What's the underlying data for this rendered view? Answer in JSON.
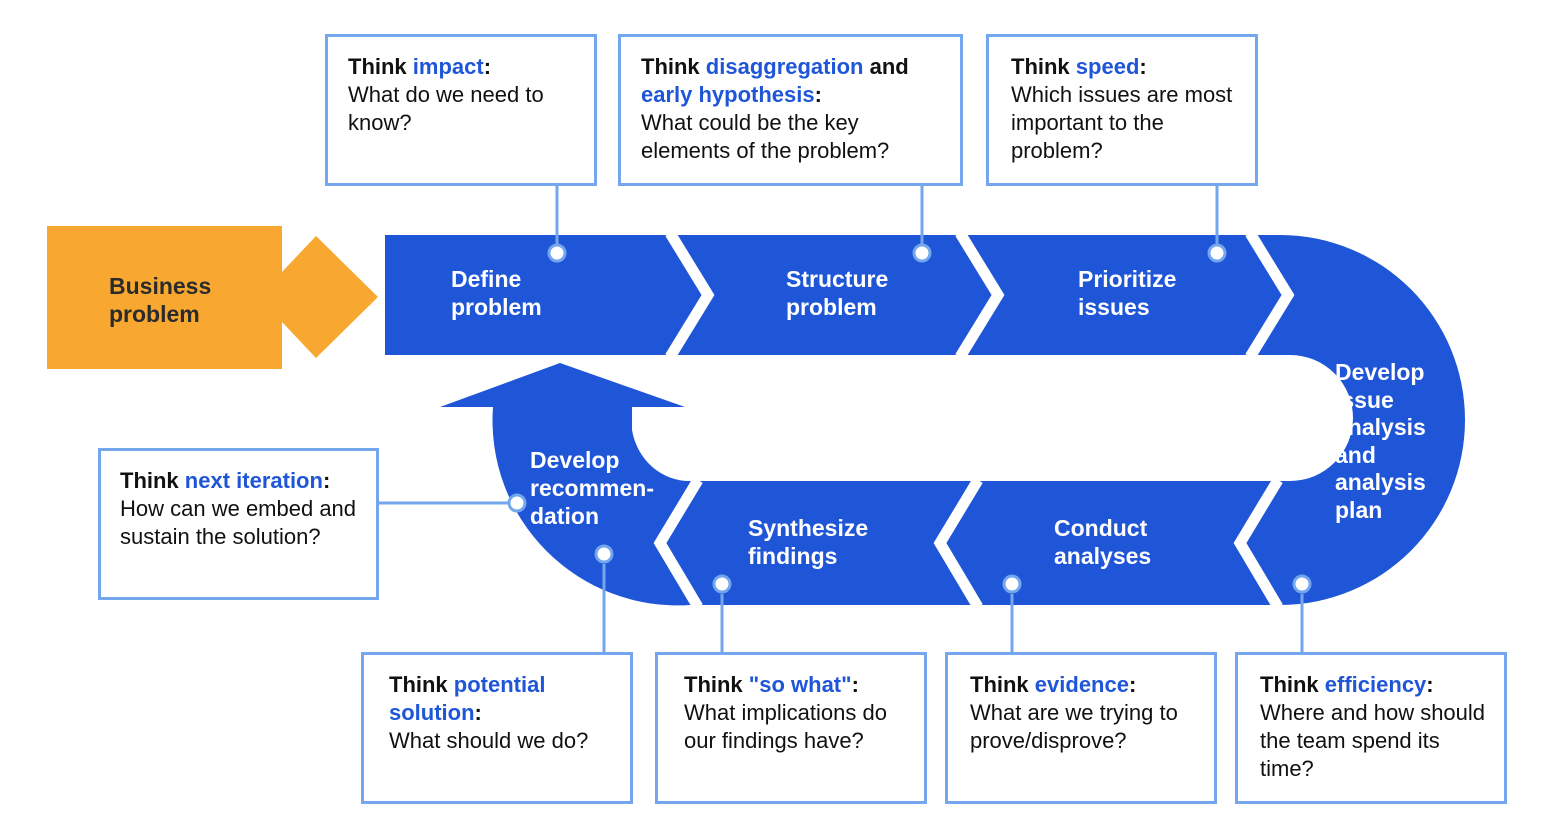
{
  "colors": {
    "band": "#1f56d8",
    "accent_text": "#1f56d8",
    "start_arrow": "#f8a831",
    "box_border": "#74a6ee",
    "step_text": "#ffffff"
  },
  "start": {
    "line1": "Business",
    "line2": "problem"
  },
  "steps": [
    {
      "lines": [
        "Define",
        "problem"
      ]
    },
    {
      "lines": [
        "Structure",
        "problem"
      ]
    },
    {
      "lines": [
        "Prioritize",
        "issues"
      ]
    },
    {
      "lines": [
        "Develop",
        "issue",
        "analysis",
        "and",
        "analysis",
        "plan"
      ]
    },
    {
      "lines": [
        "Conduct",
        "analyses"
      ]
    },
    {
      "lines": [
        "Synthesize",
        "findings"
      ]
    },
    {
      "lines": [
        "Develop",
        "recommen-",
        "dation"
      ]
    }
  ],
  "boxes": {
    "impact": {
      "think": "Think",
      "keyword": "impact",
      "keyword2": "",
      "colon": ":",
      "question": "What do we need to know?"
    },
    "disaggregation": {
      "think": "Think",
      "keyword": "disaggregation",
      "and": "and",
      "keyword2": "early hypothesis",
      "colon": ":",
      "question": "What could be the key elements of the problem?"
    },
    "speed": {
      "think": "Think",
      "keyword": "speed",
      "colon": ":",
      "question": "Which issues are most important to the problem?"
    },
    "efficiency": {
      "think": "Think",
      "keyword": "efficiency",
      "colon": ":",
      "question": "Where and how should the team spend its time?"
    },
    "evidence": {
      "think": "Think",
      "keyword": "evidence",
      "colon": ":",
      "question": "What are we trying to prove/disprove?"
    },
    "so_what": {
      "think": "Think",
      "keyword": "\"so what\"",
      "colon": ":",
      "question": "What implications do our findings have?"
    },
    "potential_solution": {
      "think": "Think",
      "keyword": "potential solution",
      "colon": ":",
      "question": "What should we do?"
    },
    "next_iteration": {
      "think": "Think",
      "keyword": "next iteration",
      "colon": ":",
      "question": "How can we embed and sustain the solution?"
    }
  }
}
